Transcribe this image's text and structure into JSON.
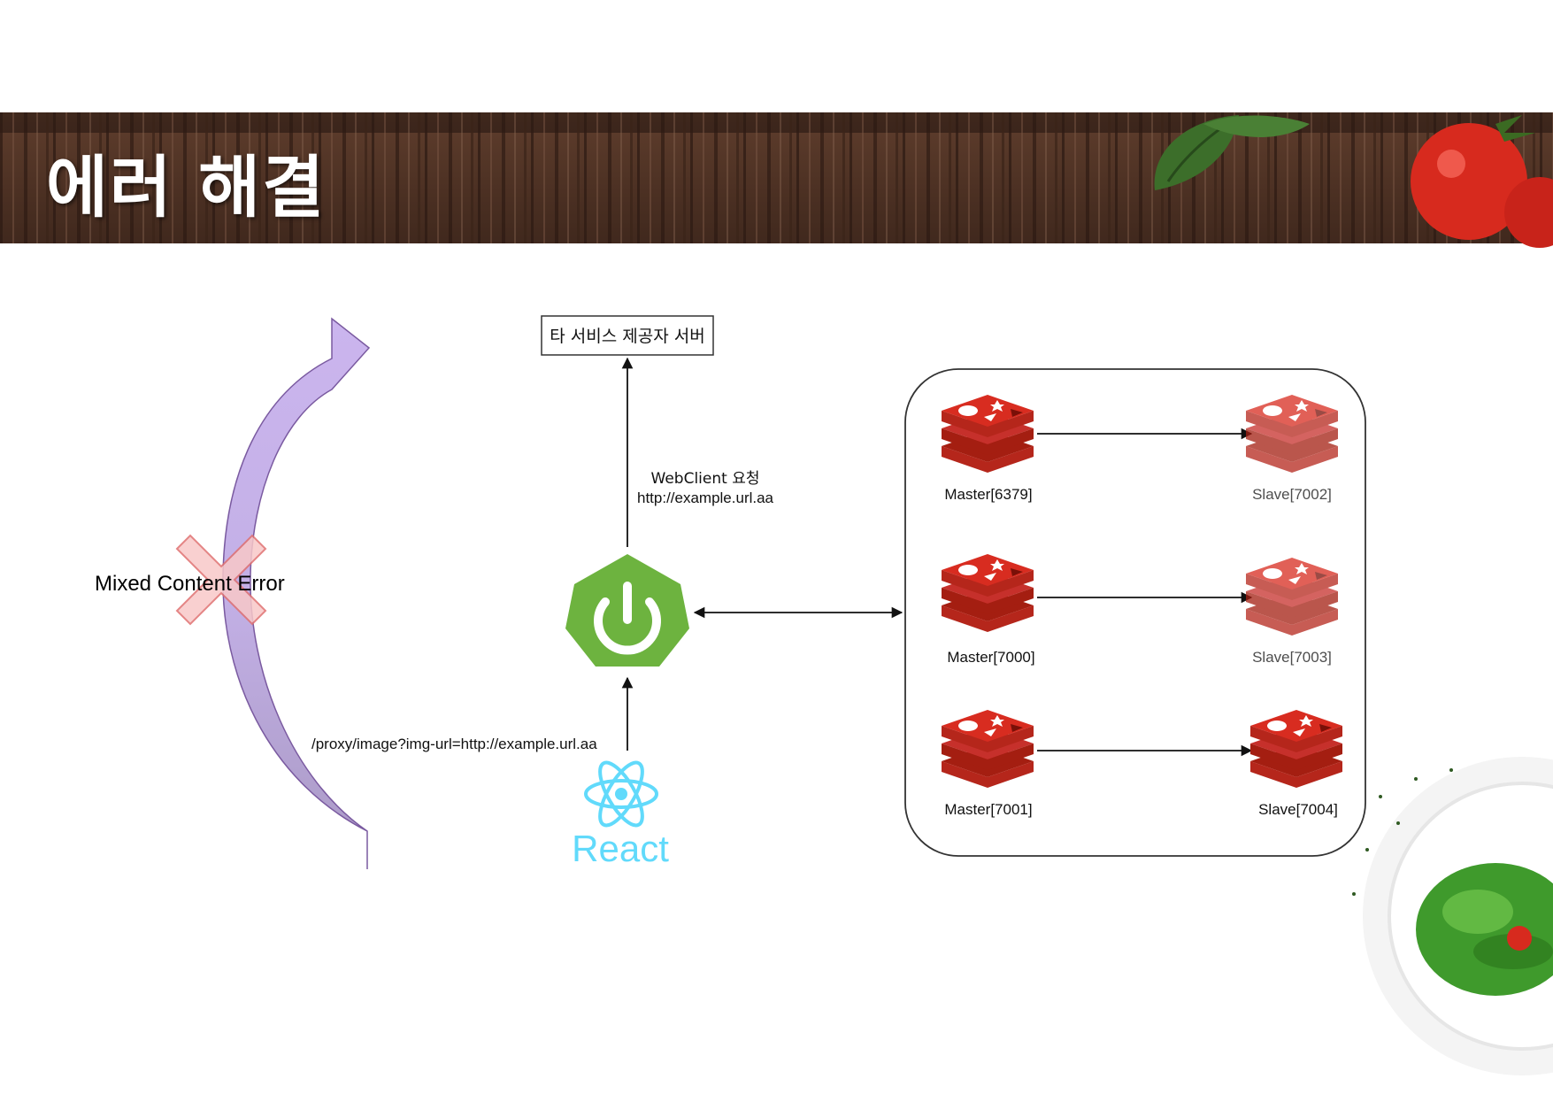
{
  "slide": {
    "title": "에러 해결"
  },
  "diagram": {
    "external_server_label": "타 서비스 제공자 서버",
    "webclient_label": "WebClient 요청",
    "webclient_url": "http://example.url.aa",
    "proxy_label": "/proxy/image?img-url=http://example.url.aa",
    "error_label": "Mixed Content Error",
    "react_label": "React",
    "redis_nodes": [
      {
        "master": "Master[6379]",
        "slave": "Slave[7002]"
      },
      {
        "master": "Master[7000]",
        "slave": "Slave[7003]"
      },
      {
        "master": "Master[7001]",
        "slave": "Slave[7004]"
      }
    ],
    "icons": {
      "backend": "spring-power-icon",
      "frontend": "react-atom-icon",
      "cache": "redis-stack-icon",
      "error": "x-cross-icon"
    },
    "colors": {
      "spring_green": "#6db33f",
      "react_cyan": "#61dafb",
      "redis_red": "#c6302b",
      "error_cross": "#f4a0a0",
      "curved_arrow": "#b9a6d8"
    }
  }
}
